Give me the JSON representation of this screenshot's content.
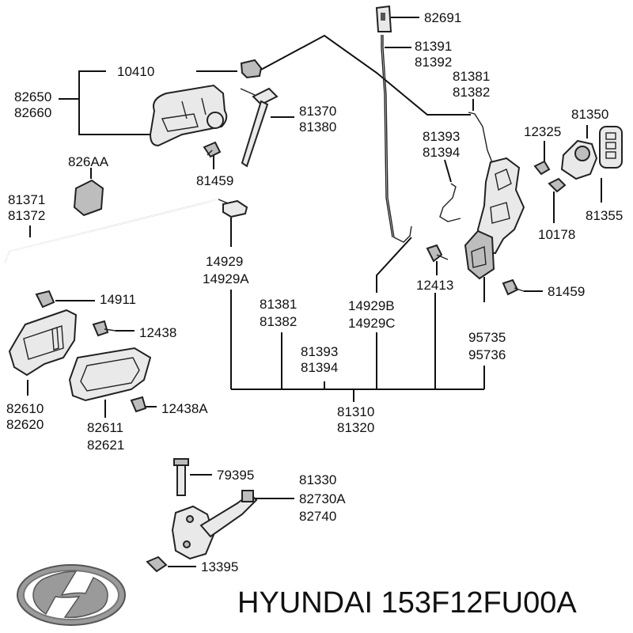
{
  "labels": {
    "p82691": "82691",
    "p81391": "81391",
    "p81392": "81392",
    "p10410": "10410",
    "p82650": "82650",
    "p82660": "82660",
    "p81381a": "81381",
    "p81382a": "81382",
    "p81370": "81370",
    "p81380": "81380",
    "p81350": "81350",
    "p12325": "12325",
    "p81393a": "81393",
    "p81394a": "81394",
    "p826AA": "826AA",
    "p81459a": "81459",
    "p81371": "81371",
    "p81372": "81372",
    "p81355": "81355",
    "p10178": "10178",
    "p14929": "14929",
    "p14929A": "14929A",
    "p12413": "12413",
    "p81459b": "81459",
    "p14911": "14911",
    "p81381b": "81381",
    "p81382b": "81382",
    "p14929B": "14929B",
    "p14929C": "14929C",
    "p12438": "12438",
    "p81393b": "81393",
    "p81394b": "81394",
    "p95735": "95735",
    "p95736": "95736",
    "p82610": "82610",
    "p82620": "82620",
    "p12438A": "12438A",
    "p81310": "81310",
    "p81320": "81320",
    "p82611": "82611",
    "p82621": "82621",
    "p79395": "79395",
    "p81330": "81330",
    "p82730A": "82730A",
    "p82740": "82740",
    "p13395": "13395"
  },
  "brand": {
    "caption": "HYUNDAI 153F12FU00A",
    "logo_icon": "hyundai-logo-icon"
  }
}
